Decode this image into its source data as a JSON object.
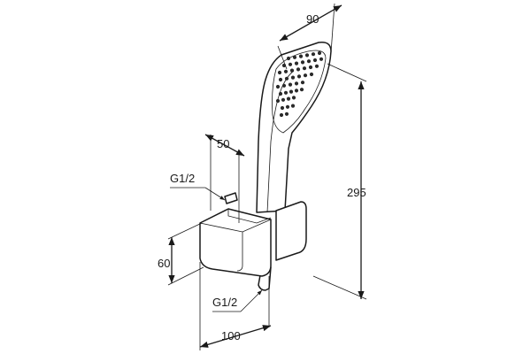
{
  "drawing": {
    "dimensions": {
      "head_width": "90",
      "holder_depth": "50",
      "inlet_thread_top": "G1/2",
      "holder_height": "60",
      "outlet_thread": "G1/2",
      "holder_width": "100",
      "overall_height": "295"
    }
  }
}
